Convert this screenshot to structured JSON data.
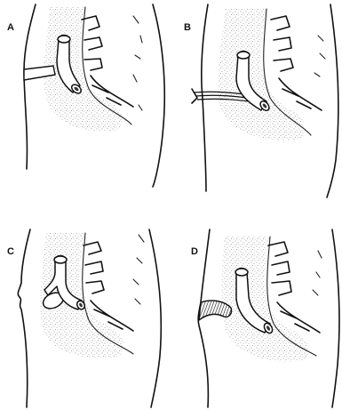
{
  "figure": {
    "panels": [
      {
        "id": "A",
        "label": "A",
        "variant": "cord"
      },
      {
        "id": "B",
        "label": "B",
        "variant": "fibrous-band"
      },
      {
        "id": "C",
        "label": "C",
        "variant": "cyst"
      },
      {
        "id": "D",
        "label": "D",
        "variant": "sinus"
      }
    ],
    "colors": {
      "ink": "#111111",
      "stipple": "#9a9a9a",
      "background": "#ffffff"
    }
  }
}
